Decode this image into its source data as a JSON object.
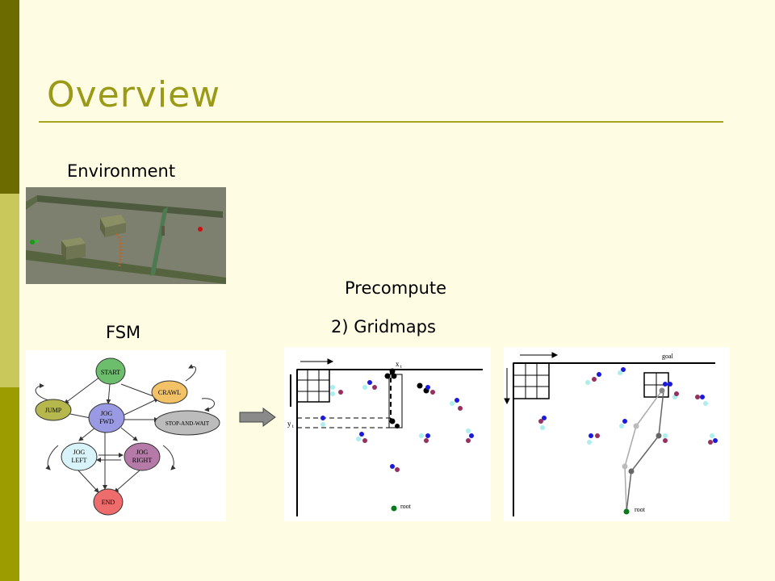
{
  "slide": {
    "title": "Overview",
    "environment_label": "Environment",
    "precompute_label": "Precompute",
    "gridmaps_label": "2) Gridmaps",
    "fsm_label": "FSM"
  },
  "fsm": {
    "states": [
      "START",
      "CRAWL",
      "JUMP",
      "JOG",
      "FWD",
      "STOP-AND-WAIT",
      "JOG",
      "LEFT",
      "JOG",
      "RIGHT",
      "END"
    ]
  },
  "gridmap1": {
    "x_label": "x",
    "x_sub": "t",
    "y_label": "y",
    "y_sub": "t",
    "root_label": "root"
  },
  "gridmap2": {
    "goal_label": "goal",
    "root_label": "root"
  },
  "colors": {
    "bar_dark": "#6b6b00",
    "bar_light": "#c9c85a",
    "bar_mid": "#9c9c00",
    "title": "#9a9a18",
    "background": "#fefde3"
  }
}
